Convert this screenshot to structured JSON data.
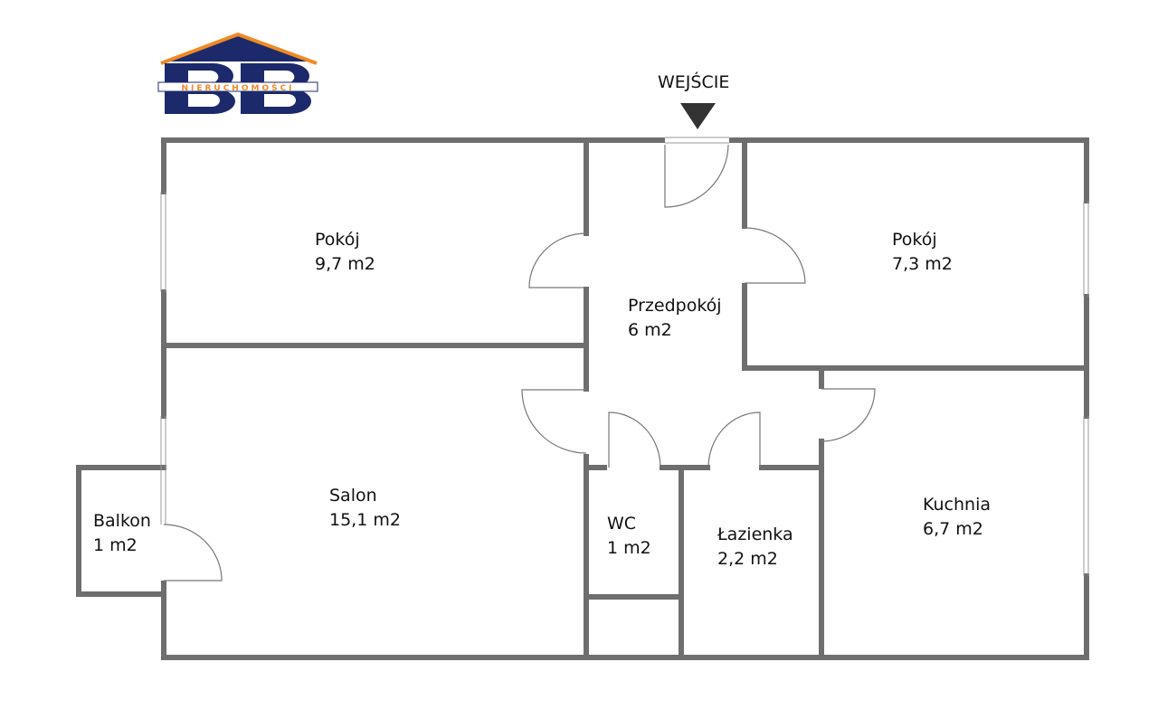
{
  "logo": {
    "text": "BB",
    "subtitle": "NIERUCHOMOŚCI",
    "colors": {
      "primary": "#1c2a6b",
      "roof": "#f08a24"
    }
  },
  "entrance": {
    "label": "WEJŚCIE"
  },
  "rooms": [
    {
      "name": "Pokój",
      "area": "9,7 m2"
    },
    {
      "name": "Pokój",
      "area": "7,3 m2"
    },
    {
      "name": "Przedpokój",
      "area": "6 m2"
    },
    {
      "name": "Salon",
      "area": "15,1 m2"
    },
    {
      "name": "Balkon",
      "area": "1 m2"
    },
    {
      "name": "WC",
      "area": "1 m2"
    },
    {
      "name": "Łazienka",
      "area": "2,2 m2"
    },
    {
      "name": "Kuchnia",
      "area": "6,7 m2"
    }
  ],
  "colors": {
    "wall": "#6e6e6e"
  }
}
